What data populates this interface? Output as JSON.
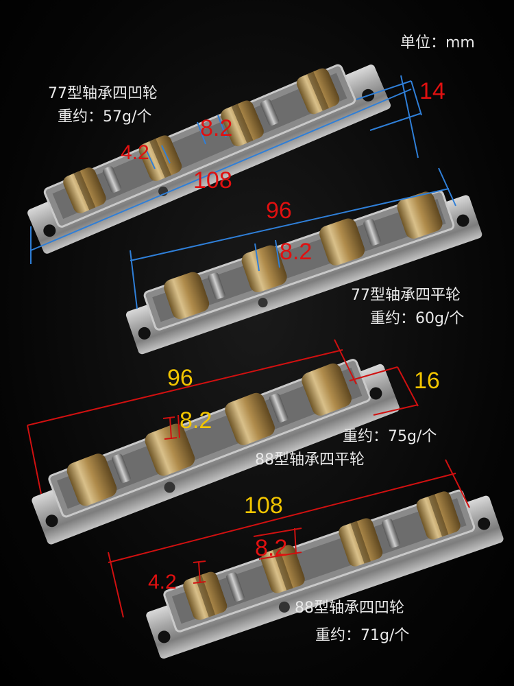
{
  "unit_label": "单位：mm",
  "products": [
    {
      "name": "77型轴承四凹轮",
      "weight": "重约：57g/个",
      "dims": {
        "length": "108",
        "height": "14",
        "groove_width": "4.2",
        "wheel": "8.2"
      }
    },
    {
      "name": "77型轴承四平轮",
      "weight": "重约：60g/个",
      "dims": {
        "length": "96",
        "wheel": "8.2"
      }
    },
    {
      "name": "88型轴承四平轮",
      "weight": "重约：75g/个",
      "dims": {
        "length": "96",
        "height": "16",
        "wheel": "8.2"
      }
    },
    {
      "name": "88型轴承四凹轮",
      "weight": "重约：71g/个",
      "dims": {
        "length": "108",
        "groove_width": "4.2",
        "wheel": "8.2"
      }
    }
  ],
  "colors": {
    "background": "#000000",
    "dimension_red": "#e01010",
    "dimension_yellow": "#f2c500",
    "guide_blue": "#2f7fd8",
    "guide_red": "#d01010",
    "brass": "#b99a5e",
    "steel": "#9a9a9a"
  }
}
